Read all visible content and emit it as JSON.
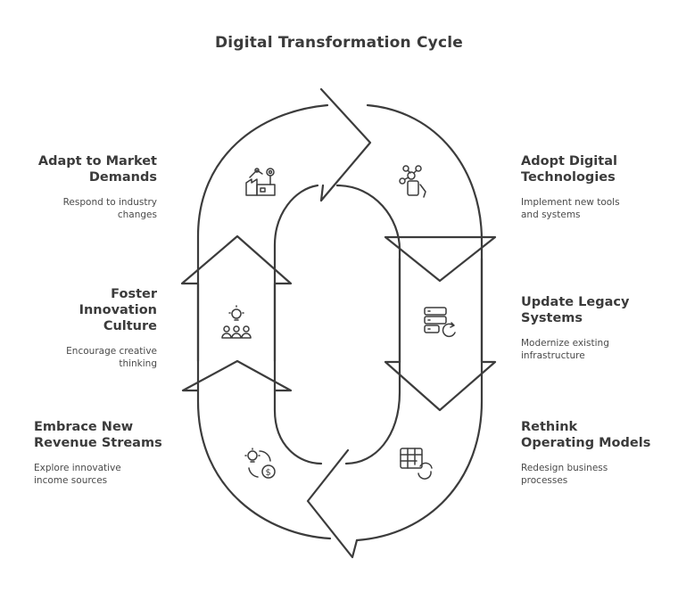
{
  "title": "Digital Transformation Cycle",
  "steps": [
    {
      "head": "Adopt Digital Technologies",
      "desc": "Implement new tools and systems",
      "icon": "robot-hand-icon"
    },
    {
      "head": "Update Legacy Systems",
      "desc": "Modernize existing infrastructure",
      "icon": "server-refresh-icon"
    },
    {
      "head": "Rethink Operating Models",
      "desc": "Redesign business processes",
      "icon": "table-refresh-icon"
    },
    {
      "head": "Embrace New Revenue Streams",
      "desc": "Explore innovative income sources",
      "icon": "idea-money-icon"
    },
    {
      "head": "Foster Innovation Culture",
      "desc": "Encourage creative thinking",
      "icon": "team-lightbulb-icon"
    },
    {
      "head": "Adapt to Market Demands",
      "desc": "Respond to industry changes",
      "icon": "factory-icon"
    }
  ]
}
